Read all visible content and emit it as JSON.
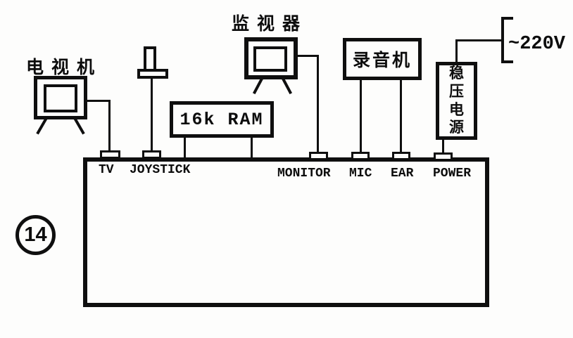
{
  "figure": {
    "number": "14"
  },
  "devices": {
    "tv": {
      "label": "电视机"
    },
    "monitor": {
      "label": "监视器"
    },
    "ram": {
      "label": "16k RAM"
    },
    "recorder": {
      "label": "录音机"
    },
    "power_supply": {
      "label": "稳压电源"
    },
    "mains": {
      "label": "~220V"
    }
  },
  "ports": {
    "tv": "TV",
    "joystick": "JOYSTICK",
    "monitor": "MONITOR",
    "mic": "MIC",
    "ear": "EAR",
    "power": "POWER"
  },
  "colors": {
    "ink": "#0f0f0f",
    "background": "#fdfdfc"
  }
}
